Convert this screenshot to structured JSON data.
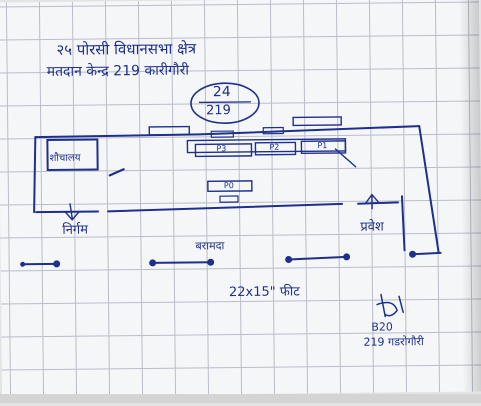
{
  "header": {
    "line1": "२५ पोरसी विधानसभा क्षेत्र",
    "line2": "मतदान केन्द्र 219 कारीगौरी"
  },
  "booth_circle": {
    "top": "24",
    "bottom": "219"
  },
  "labels": {
    "toilet": "शौचालय",
    "exit": "निर्गम",
    "entrance": "प्रवेश",
    "verandah": "बरामदा",
    "size": "22x15\" फीट",
    "p1": "P1",
    "p2": "P2",
    "p3": "P3",
    "p0": "P0",
    "signature_code": "B20",
    "signature_place": "219 गडरोगौरी"
  },
  "colors": {
    "ink": "#1e2f8c",
    "paper": "#f5f6f8",
    "grid": "#b8bdc8"
  }
}
